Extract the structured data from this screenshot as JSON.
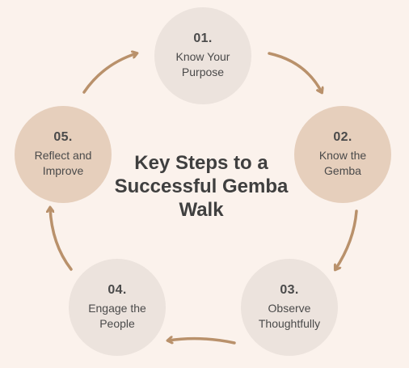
{
  "title": {
    "line1": "Key Steps to a",
    "line2": "Successful Gemba",
    "line3": "Walk"
  },
  "steps": [
    {
      "number": "01.",
      "line1": "Know Your",
      "line2": "Purpose",
      "color": "#ece3dd"
    },
    {
      "number": "02.",
      "line1": "Know the",
      "line2": "Gemba",
      "color": "#e6cfbc"
    },
    {
      "number": "03.",
      "line1": "Observe",
      "line2": "Thoughtfully",
      "color": "#ece3dd"
    },
    {
      "number": "04.",
      "line1": "Engage the",
      "line2": "People",
      "color": "#ece3dd"
    },
    {
      "number": "05.",
      "line1": "Reflect and",
      "line2": "Improve",
      "color": "#e6cfbc"
    }
  ],
  "colors": {
    "background": "#fbf2ec",
    "arrow": "#b9916b",
    "text": "#4a4a4a"
  }
}
